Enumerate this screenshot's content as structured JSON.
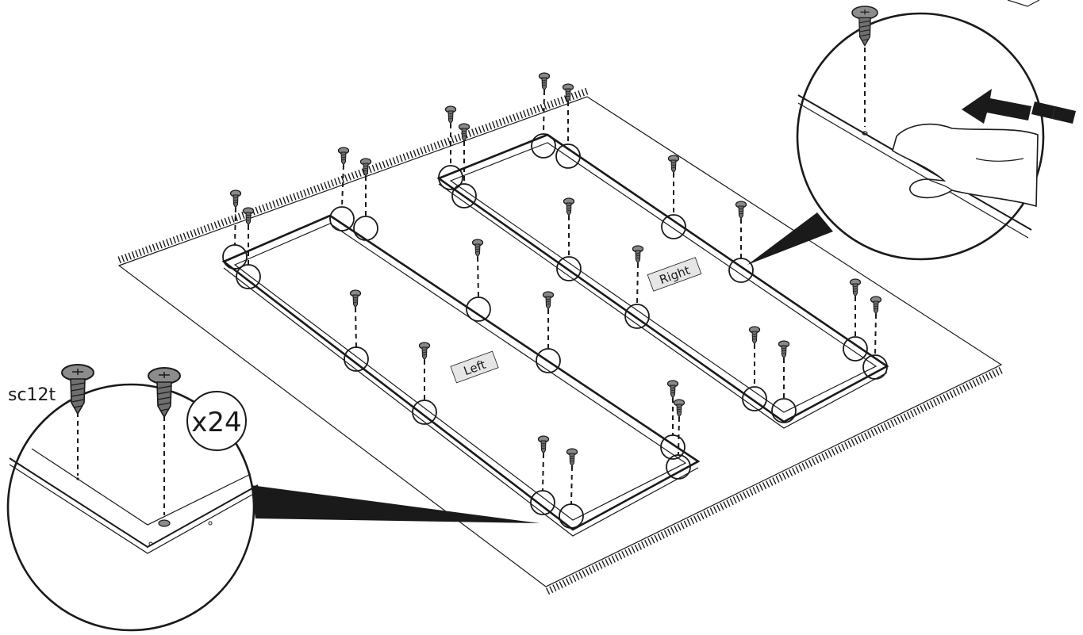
{
  "labels": {
    "left_panel": "Left",
    "right_panel": "Right",
    "screw_code": "sc12t",
    "quantity": "x24"
  },
  "colors": {
    "ink": "#1a1a1a",
    "screw_fill": "#7a7a7a",
    "label_bg": "#e6e6e6"
  },
  "icons": [
    "screw-icon",
    "hand-icon",
    "push-arrow-icon",
    "magnifier-callout-icon"
  ]
}
